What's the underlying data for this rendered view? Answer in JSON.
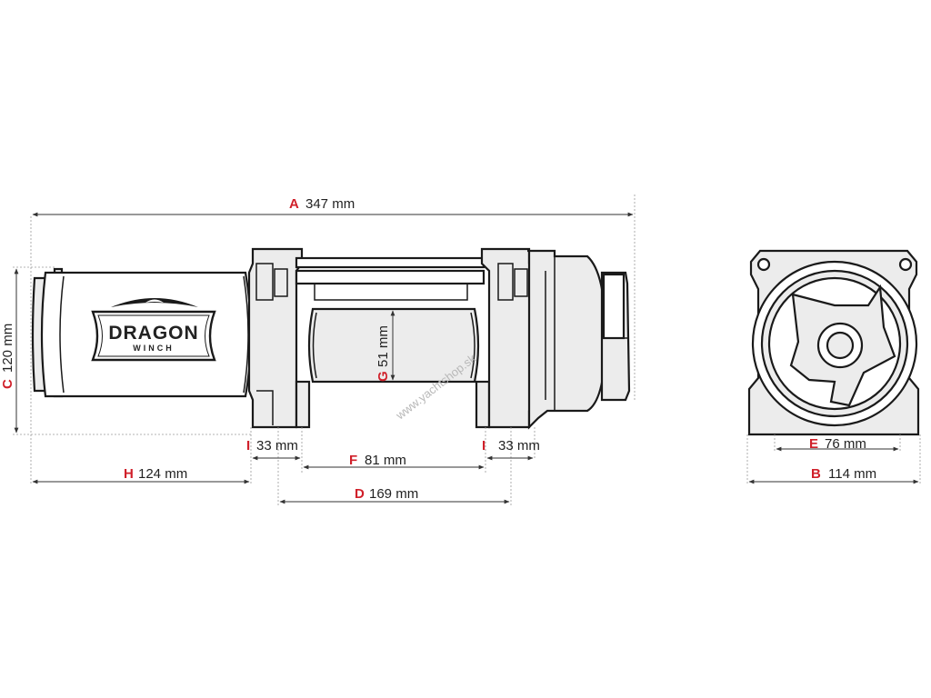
{
  "colors": {
    "letter": "#d0202a",
    "outline": "#1a1a1a",
    "fill": "#ececec",
    "dimension_line": "#333333"
  },
  "logo": {
    "main": "DRAGON",
    "sub": "WINCH"
  },
  "watermark": {
    "text": "www.yachtshop.sk"
  },
  "dimensions": {
    "A": {
      "letter": "A",
      "value": "347 mm"
    },
    "B": {
      "letter": "B",
      "value": "114 mm"
    },
    "C": {
      "letter": "C",
      "value": "120 mm"
    },
    "D": {
      "letter": "D",
      "value": "169 mm"
    },
    "E": {
      "letter": "E",
      "value": "76 mm"
    },
    "F": {
      "letter": "F",
      "value": "81 mm"
    },
    "G": {
      "letter": "G",
      "value": "51 mm"
    },
    "H": {
      "letter": "H",
      "value": "124 mm"
    },
    "I_left": {
      "letter": "I",
      "value": "33 mm"
    },
    "I_right": {
      "letter": "I",
      "value": "33 mm"
    }
  }
}
